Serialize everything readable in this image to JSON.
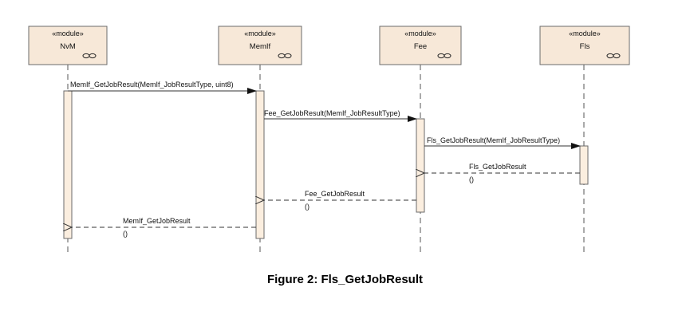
{
  "colors": {
    "box_fill": "#f7e8d8",
    "box_border": "#6b6b6b",
    "activation_fill": "#fbeedf",
    "line": "#333333"
  },
  "participants": [
    {
      "id": "nvm",
      "stereotype": "«module»",
      "name": "NvM",
      "icon": "component-link-icon"
    },
    {
      "id": "memif",
      "stereotype": "«module»",
      "name": "MemIf",
      "icon": "component-link-icon"
    },
    {
      "id": "fee",
      "stereotype": "«module»",
      "name": "Fee",
      "icon": "component-link-icon"
    },
    {
      "id": "fls",
      "stereotype": "«module»",
      "name": "Fls",
      "icon": "component-link-icon"
    }
  ],
  "messages": [
    {
      "id": "m1",
      "from": "NvM",
      "to": "MemIf",
      "kind": "call",
      "label": "MemIf_GetJobResult(MemIf_JobResultType, uint8)"
    },
    {
      "id": "m2",
      "from": "MemIf",
      "to": "Fee",
      "kind": "call",
      "label": "Fee_GetJobResult(MemIf_JobResultType)"
    },
    {
      "id": "m3",
      "from": "Fee",
      "to": "Fls",
      "kind": "call",
      "label": "Fls_GetJobResult(MemIf_JobResultType)"
    },
    {
      "id": "m4",
      "from": "Fls",
      "to": "Fee",
      "kind": "return",
      "label": "Fls_GetJobResult",
      "sublabel": "()"
    },
    {
      "id": "m5",
      "from": "Fee",
      "to": "MemIf",
      "kind": "return",
      "label": "Fee_GetJobResult",
      "sublabel": "()"
    },
    {
      "id": "m6",
      "from": "MemIf",
      "to": "NvM",
      "kind": "return",
      "label": "MemIf_GetJobResult",
      "sublabel": "()"
    }
  ],
  "caption": "Figure 2: Fls_GetJobResult"
}
